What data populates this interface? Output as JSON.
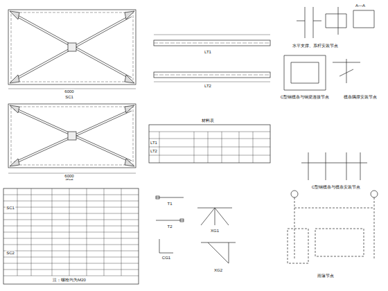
{
  "diagram": {
    "labels": [
      "SC1",
      "SC2",
      "6000",
      "6000",
      "LT1",
      "LT2",
      "LT1",
      "LT2",
      "材料表",
      "T1",
      "T2",
      "CG1",
      "XG1",
      "XG2",
      "水平支撑、系杆安装节点",
      "A—A",
      "C型钢檩条与钢梁连接节点",
      "檩条隅撑安装节点",
      "C型钢檩条与檩条安装节点",
      "雨篷节点",
      "SC1",
      "SC2",
      "注：螺栓均为M20"
    ]
  }
}
